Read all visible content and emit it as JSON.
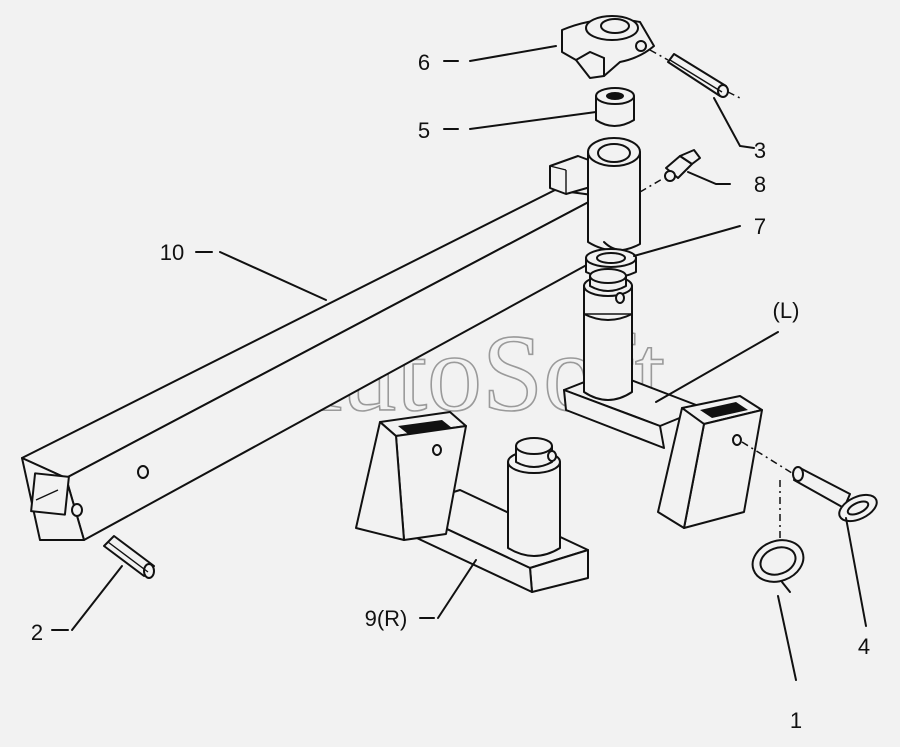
{
  "watermark": "AutoSoft",
  "callouts": {
    "c1": "1",
    "c2": "2",
    "c3": "3",
    "c4": "4",
    "c5": "5",
    "c6": "6",
    "c7": "7",
    "c8": "8",
    "c9": "9(R)",
    "c10": "10",
    "cL": "(L)"
  }
}
